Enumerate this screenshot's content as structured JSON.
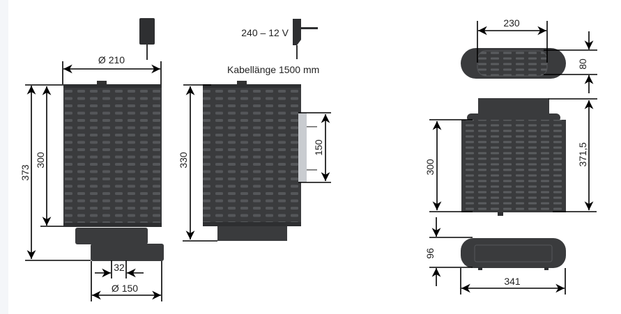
{
  "title": "Dimension drawing",
  "labels": {
    "power_supply": "240 – 12 V",
    "cable_length": "Kabellänge 1500 mm"
  },
  "dimensions": {
    "left_diameter_top": "Ø 210",
    "left_height_total": "373",
    "left_height_body": "300",
    "left_outlet_width": "32",
    "left_diameter_base": "Ø 150",
    "middle_height": "330",
    "middle_bracket": "150",
    "top_view_width": "230",
    "top_view_depth": "80",
    "front_height_body": "300",
    "front_height_total": "371,5",
    "bottom_height": "96",
    "bottom_width": "341"
  },
  "colors": {
    "product": "#3a3b3d",
    "dimension_line": "#000000"
  }
}
